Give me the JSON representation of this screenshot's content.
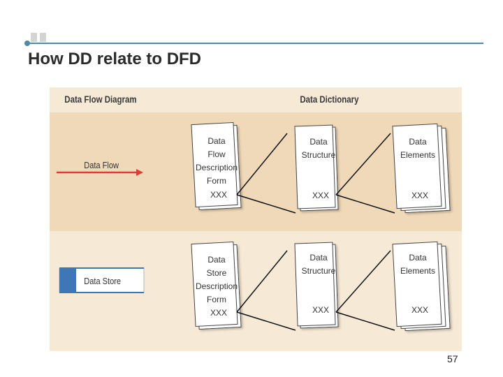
{
  "slide": {
    "title": "How DD relate to DFD",
    "page_number": "57"
  },
  "figure": {
    "header": {
      "left": "Data Flow Diagram",
      "right": "Data Dictionary"
    },
    "rows": [
      {
        "symbol_label": "Data Flow",
        "description_form": [
          "Data",
          "Flow",
          "Description",
          "Form",
          "XXX"
        ],
        "structure": [
          "Data",
          "Structure",
          "XXX"
        ],
        "elements": [
          "Data",
          "Elements",
          "XXX"
        ]
      },
      {
        "symbol_label": "Data Store",
        "description_form": [
          "Data",
          "Store",
          "Description",
          "Form",
          "XXX"
        ],
        "structure": [
          "Data",
          "Structure",
          "XXX"
        ],
        "elements": [
          "Data",
          "Elements",
          "XXX"
        ]
      }
    ]
  },
  "colors": {
    "header_bg": "#f6e9d6",
    "row1_bg": "#f0d9b8",
    "row2_bg": "#f6e9d6",
    "arrow": "#e53935",
    "store_bar": "#3f77b6",
    "accent_line": "#4f8aa3"
  }
}
